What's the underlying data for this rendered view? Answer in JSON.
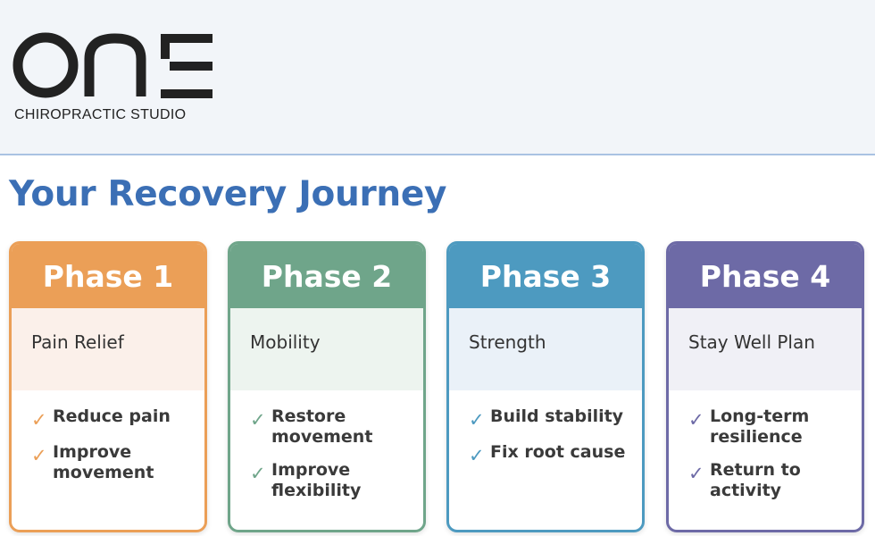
{
  "brand": {
    "logo_text": "ONE",
    "subtitle": "CHIROPRACTIC STUDIO"
  },
  "page": {
    "title": "Your Recovery Journey"
  },
  "phases": [
    {
      "title": "Phase 1",
      "focus": "Pain Relief",
      "items": [
        "Reduce pain",
        "Improve movement"
      ],
      "color": "#eb9f57",
      "tint": "#fbf0ea",
      "check_icon": "check-icon"
    },
    {
      "title": "Phase 2",
      "focus": "Mobility",
      "items": [
        "Restore movement",
        "Improve flexibility"
      ],
      "color": "#6fa58a",
      "tint": "#edf4ef",
      "check_icon": "check-icon"
    },
    {
      "title": "Phase 3",
      "focus": "Strength",
      "items": [
        "Build stability",
        "Fix root cause"
      ],
      "color": "#4d9ac0",
      "tint": "#eaf1f8",
      "check_icon": "check-icon"
    },
    {
      "title": "Phase 4",
      "focus": "Stay Well Plan",
      "items": [
        "Long-term resilience",
        "Return to activity"
      ],
      "color": "#6d6aa6",
      "tint": "#f0f0f6",
      "check_icon": "check-icon"
    }
  ]
}
